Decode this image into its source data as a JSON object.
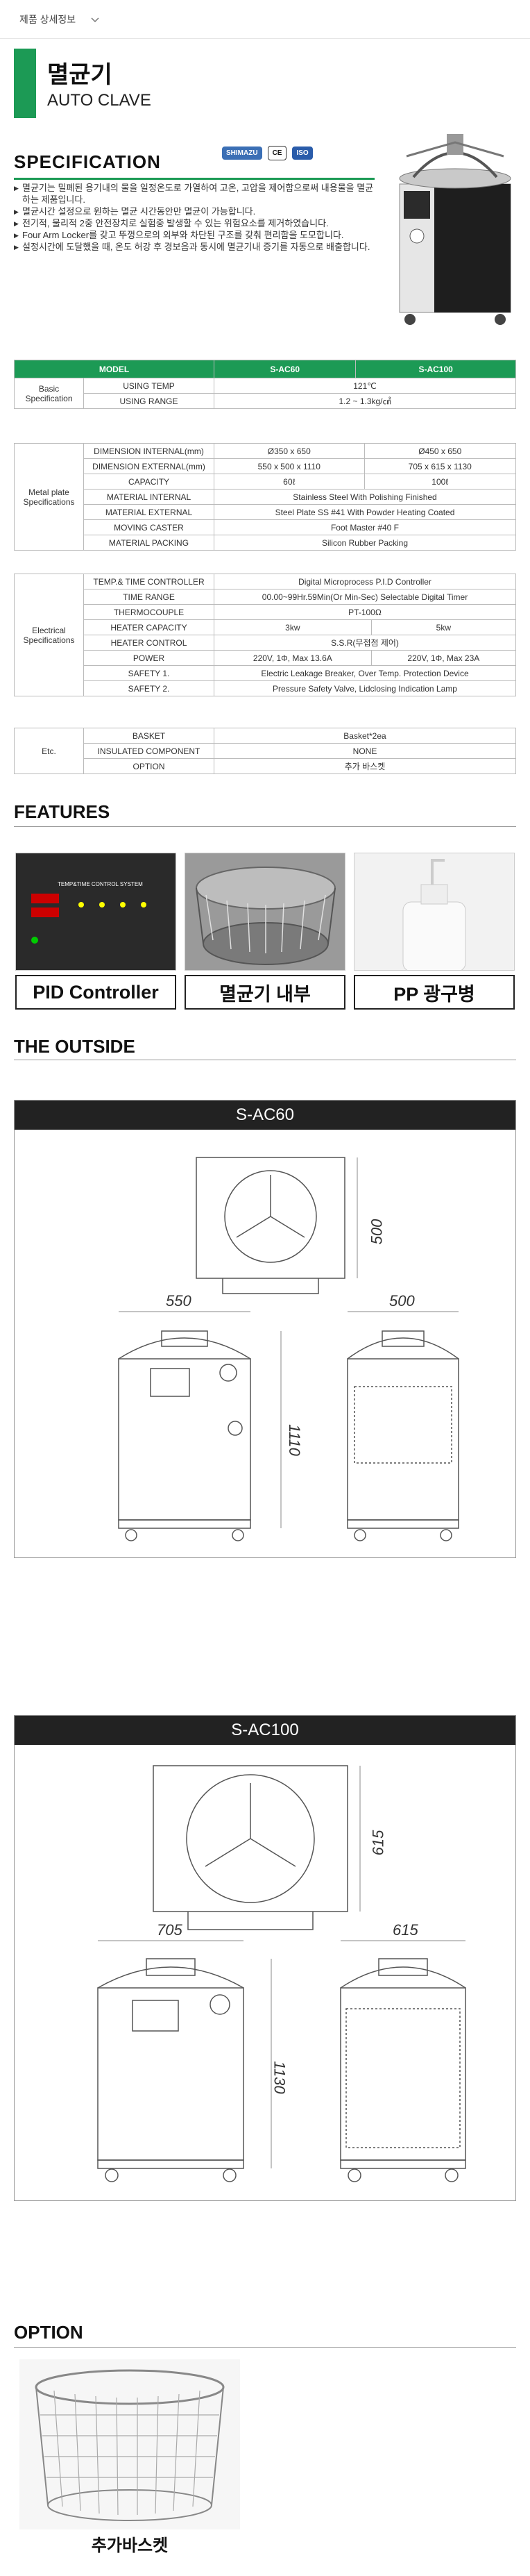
{
  "tab": {
    "label": "제품 상세정보"
  },
  "product": {
    "name_ko": "멸균기",
    "name_en": "AUTO CLAVE"
  },
  "certs": [
    "SHIMAZU",
    "CE",
    "ISO"
  ],
  "spec_title": "SPECIFICATION",
  "bullets": [
    "멸균기는 밀폐된 용기내의 물을 일정온도로 가열하여 고온, 고압을 제어함으로써 내용물을 멸균하는 제품입니다.",
    "멸균시간 설정으로 원하는 멸균 시간동안만 멸균이 가능합니다.",
    "전기적, 물리적 2중 안전장치로 실험중 발생할 수 있는 위험요소를 제거하였습니다.",
    "Four Arm Locker를 갖고 뚜껑으로의 외부와 차단된 구조를 갖춰 편리함을 도모합니다.",
    "설정시간에 도달했을 때, 온도 허강 후 경보음과 동시에 멸균기내 증기를 자동으로 배출합니다."
  ],
  "table": {
    "header": {
      "model": "MODEL",
      "a": "S-AC60",
      "b": "S-AC100"
    },
    "basic": {
      "group": "Basic Specification",
      "rows": [
        {
          "label": "USING TEMP",
          "merged": "121℃"
        },
        {
          "label": "USING RANGE",
          "merged": "1.2 ~ 1.3kg/㎠"
        }
      ]
    },
    "metal": {
      "group": "Metal plate Specifications",
      "rows": [
        {
          "label": "DIMENSION INTERNAL(mm)",
          "a": "Ø350 x 650",
          "b": "Ø450 x 650"
        },
        {
          "label": "DIMENSION EXTERNAL(mm)",
          "a": "550 x 500 x 1110",
          "b": "705 x 615 x 1130"
        },
        {
          "label": "CAPACITY",
          "a": "60ℓ",
          "b": "100ℓ"
        },
        {
          "label": "MATERIAL INTERNAL",
          "merged": "Stainless Steel With Polishing Finished"
        },
        {
          "label": "MATERIAL EXTERNAL",
          "merged": "Steel Plate SS #41 With Powder Heating Coated"
        },
        {
          "label": "MOVING CASTER",
          "merged": "Foot Master #40 F"
        },
        {
          "label": "MATERIAL PACKING",
          "merged": "Silicon Rubber Packing"
        }
      ]
    },
    "electrical": {
      "group": "Electrical Specifications",
      "rows": [
        {
          "label": "TEMP.& TIME CONTROLLER",
          "merged": "Digital Microprocess P.I.D Controller"
        },
        {
          "label": "TIME RANGE",
          "merged": "00.00~99Hr.59Min(Or Min-Sec) Selectable Digital Timer"
        },
        {
          "label": "THERMOCOUPLE",
          "merged": "PT-100Ω"
        },
        {
          "label": "HEATER CAPACITY",
          "a": "3kw",
          "b": "5kw"
        },
        {
          "label": "HEATER CONTROL",
          "merged": "S.S.R(무접점 제어)"
        },
        {
          "label": "POWER",
          "a": "220V, 1Φ, Max 13.6A",
          "b": "220V, 1Φ, Max 23A"
        },
        {
          "label": "SAFETY 1.",
          "merged": "Electric Leakage Breaker, Over Temp. Protection Device"
        },
        {
          "label": "SAFETY 2.",
          "merged": "Pressure Safety Valve, Lidclosing Indication Lamp"
        }
      ]
    },
    "etc": {
      "group": "Etc.",
      "rows": [
        {
          "label": "BASKET",
          "merged": "Basket*2ea"
        },
        {
          "label": "INSULATED COMPONENT",
          "merged": "NONE"
        },
        {
          "label": "OPTION",
          "merged": "추가 바스켓"
        }
      ]
    }
  },
  "features": {
    "title": "FEATURES",
    "items": [
      {
        "label": "PID Controller",
        "panel_text": "TEMP&TIME CONTROL SYSTEM"
      },
      {
        "label": "멸균기 내부"
      },
      {
        "label": "PP 광구병"
      }
    ]
  },
  "outside": {
    "title": "THE OUTSIDE",
    "models": [
      {
        "name": "S-AC60",
        "depth": "500",
        "width": "550",
        "side_depth": "500",
        "height": "1110"
      },
      {
        "name": "S-AC100",
        "depth": "615",
        "width": "705",
        "side_depth": "615",
        "height": "1130"
      }
    ]
  },
  "option": {
    "title": "OPTION",
    "label": "추가바스켓"
  },
  "colors": {
    "accent": "#1c9a55",
    "dark": "#222222"
  }
}
